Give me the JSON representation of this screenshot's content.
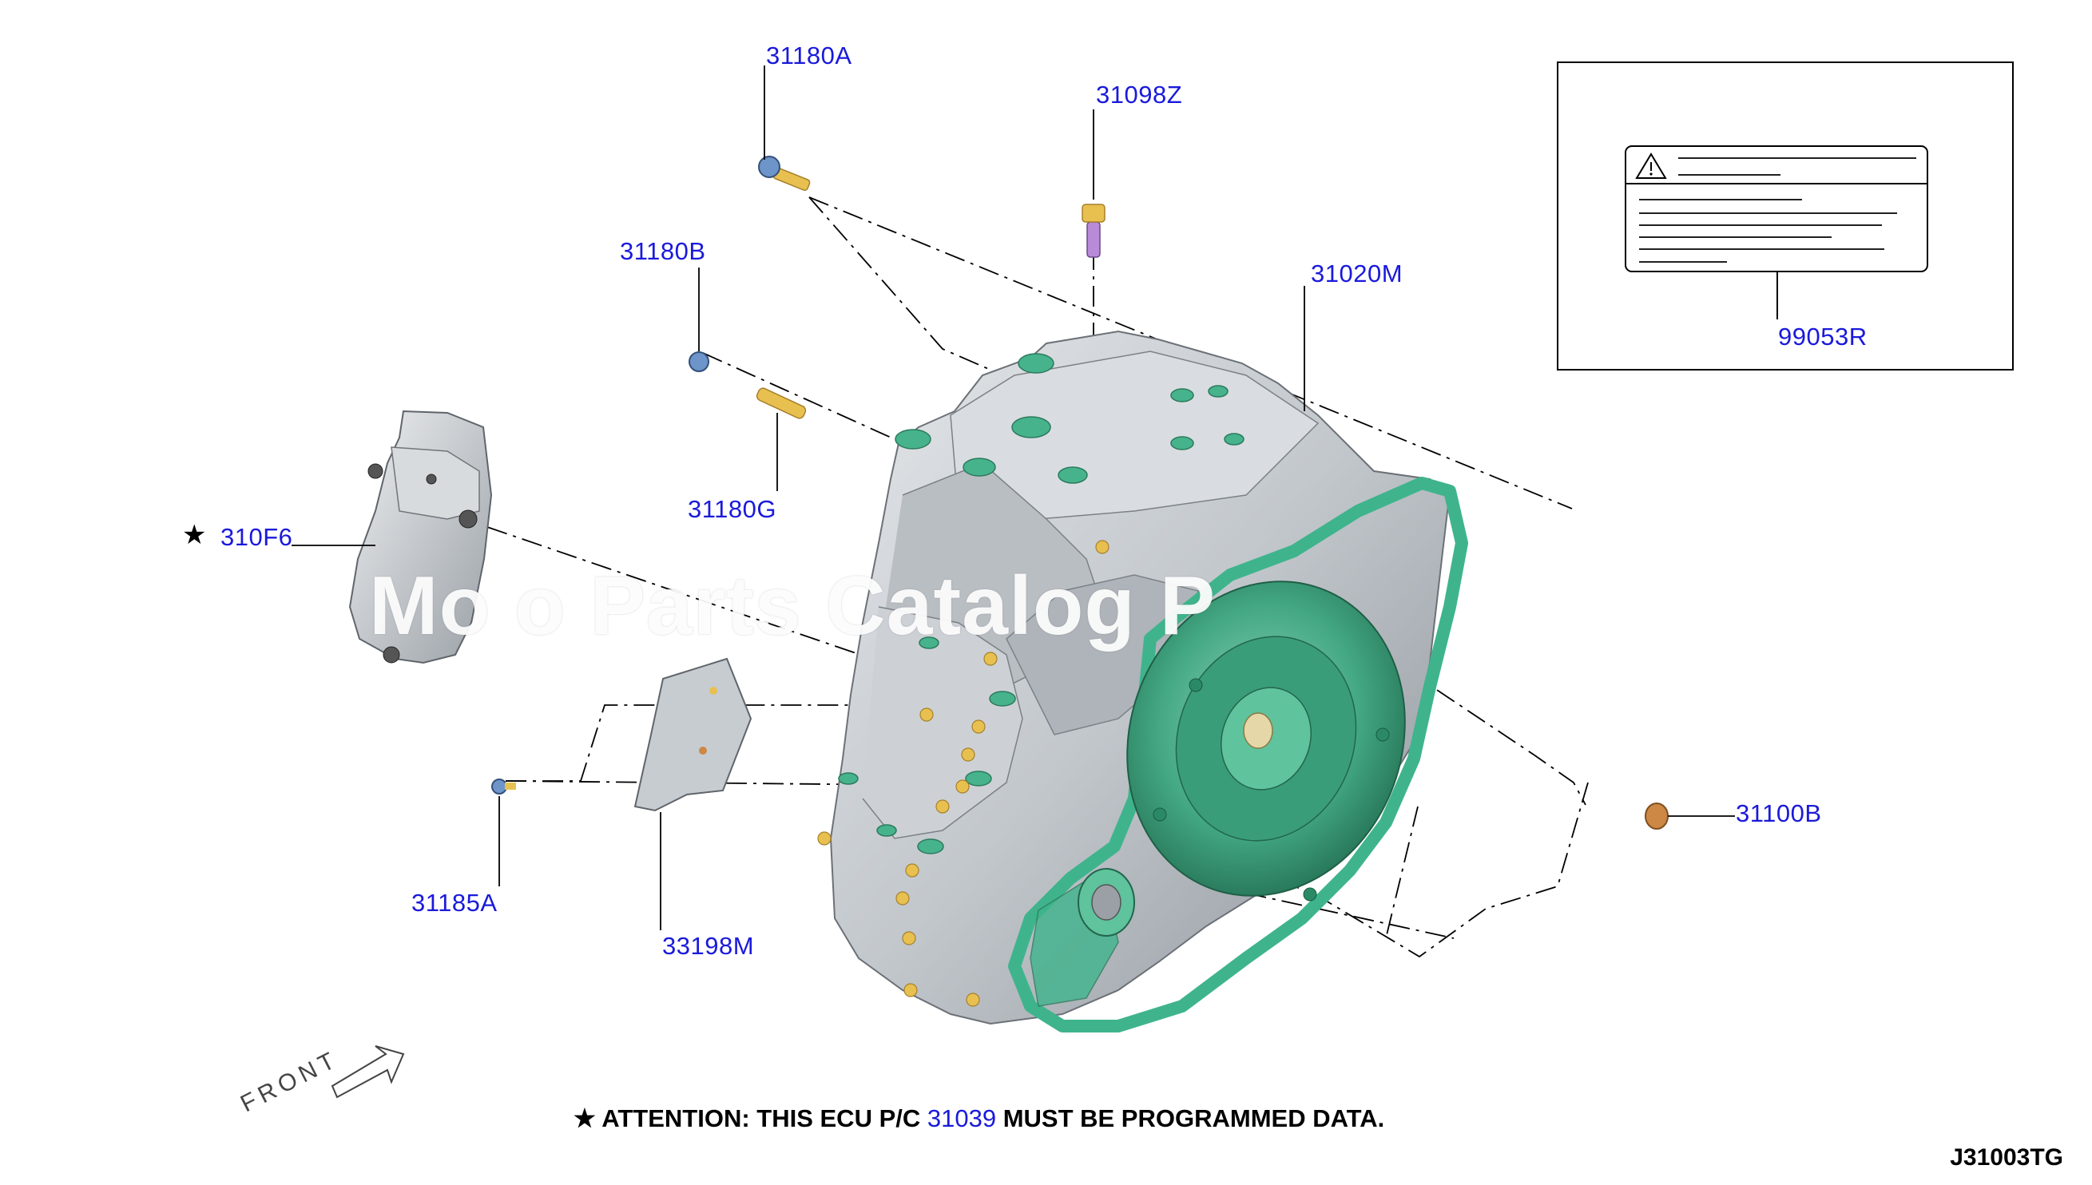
{
  "labels": {
    "p31180A": "31180A",
    "p31098Z": "31098Z",
    "p31180B": "31180B",
    "p31020M": "31020M",
    "p99053R": "99053R",
    "p31180G": "31180G",
    "p310F6": "310F6",
    "p31100B": "31100B",
    "p31185A": "31185A",
    "p33198M": "33198M"
  },
  "star_symbol": "★",
  "watermark": "Mo      o Parts Catalog P",
  "note": {
    "prefix": "ATTENTION: THIS ECU P/C ",
    "part_link": "31039",
    "suffix": " MUST BE PROGRAMMED DATA."
  },
  "front_label": "FRONT",
  "diagram_code": "J31003TG",
  "colors": {
    "label_blue": "#1a1adb",
    "gasket_green": "#3fb48c",
    "housing_gray": "#c8ccd0",
    "bolt_yellow": "#e8c050",
    "bolt_purple": "#b88ad8"
  }
}
